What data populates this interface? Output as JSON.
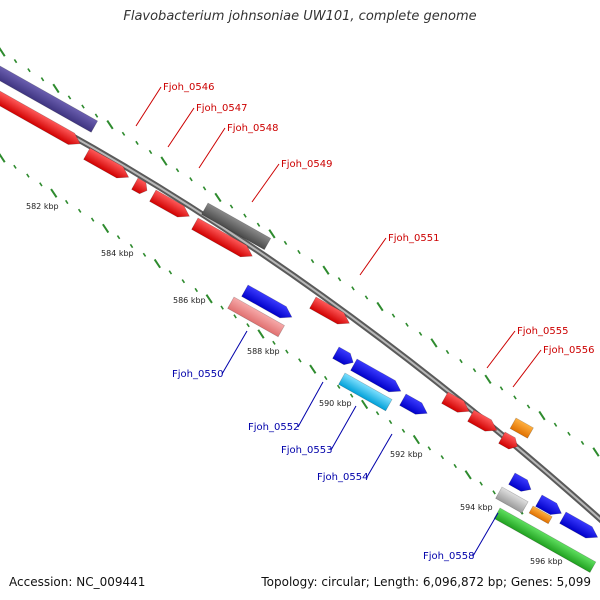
{
  "map": {
    "title": "Flavobacterium johnsoniae UW101, complete genome",
    "accession": "Accession: NC_009441",
    "summary": "Topology: circular; Length: 6,096,872 bp; Genes: 5,099"
  },
  "colors": {
    "backbone": "#808080",
    "forward_genes": "#ff0000",
    "reverse_genes": "#0000ff",
    "forward_label": "#cc0000",
    "reverse_label": "#0000aa",
    "tick_marks": "#2e8b2e"
  },
  "ticks": [
    "582 kbp",
    "584 kbp",
    "586 kbp",
    "588 kbp",
    "590 kbp",
    "592 kbp",
    "594 kbp",
    "596 kbp"
  ],
  "gene_labels": [
    {
      "name": "Fjoh_0546",
      "strand": "forward"
    },
    {
      "name": "Fjoh_0547",
      "strand": "forward"
    },
    {
      "name": "Fjoh_0548",
      "strand": "forward"
    },
    {
      "name": "Fjoh_0549",
      "strand": "forward"
    },
    {
      "name": "Fjoh_0551",
      "strand": "forward"
    },
    {
      "name": "Fjoh_0555",
      "strand": "forward"
    },
    {
      "name": "Fjoh_0556",
      "strand": "forward"
    },
    {
      "name": "Fjoh_0550",
      "strand": "reverse"
    },
    {
      "name": "Fjoh_0552",
      "strand": "reverse"
    },
    {
      "name": "Fjoh_0553",
      "strand": "reverse"
    },
    {
      "name": "Fjoh_0554",
      "strand": "reverse"
    },
    {
      "name": "Fjoh_0558",
      "strand": "reverse"
    }
  ]
}
